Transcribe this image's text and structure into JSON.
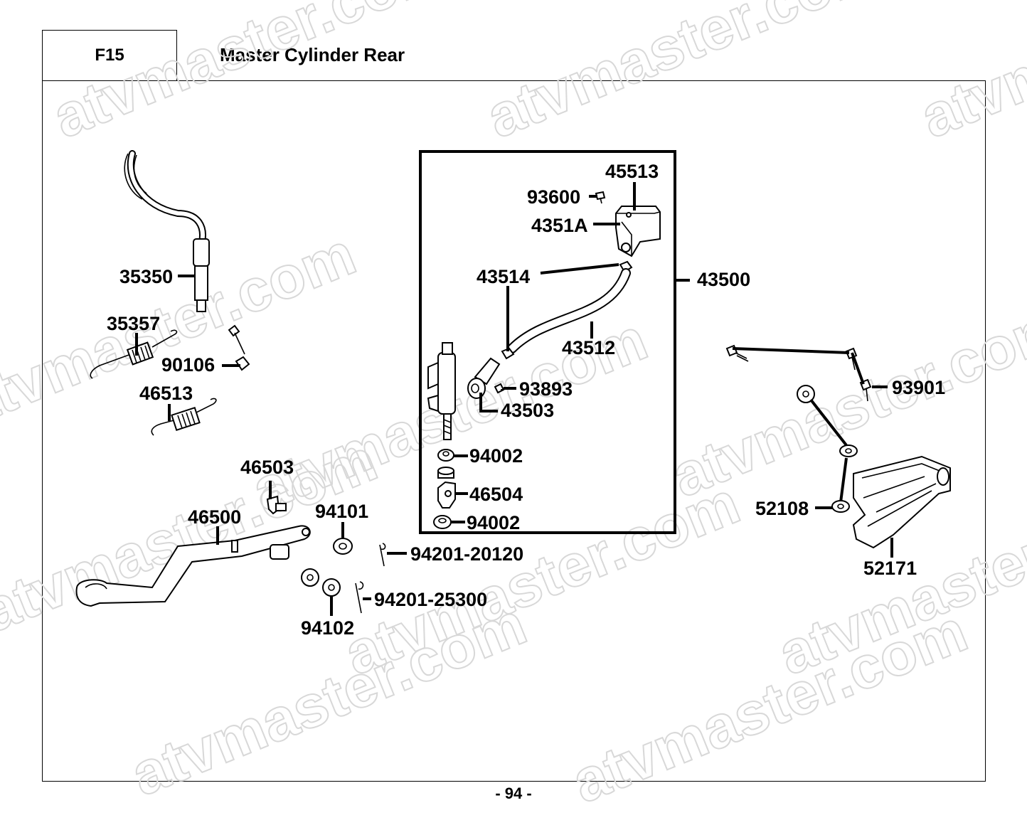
{
  "header": {
    "code": "F15",
    "title": "Master Cylinder Rear"
  },
  "page_number": "- 94 -",
  "watermark": "atvmaster.com",
  "assembly_label": "43500",
  "parts": [
    {
      "id": "p45513",
      "number": "45513"
    },
    {
      "id": "p93600",
      "number": "93600"
    },
    {
      "id": "p4351A",
      "number": "4351A"
    },
    {
      "id": "p43514",
      "number": "43514"
    },
    {
      "id": "p43500",
      "number": "43500"
    },
    {
      "id": "p43512",
      "number": "43512"
    },
    {
      "id": "p93893",
      "number": "93893"
    },
    {
      "id": "p43503",
      "number": "43503"
    },
    {
      "id": "p94002a",
      "number": "94002"
    },
    {
      "id": "p46504",
      "number": "46504"
    },
    {
      "id": "p94002b",
      "number": "94002"
    },
    {
      "id": "p35350",
      "number": "35350"
    },
    {
      "id": "p35357",
      "number": "35357"
    },
    {
      "id": "p90106",
      "number": "90106"
    },
    {
      "id": "p46513",
      "number": "46513"
    },
    {
      "id": "p46503",
      "number": "46503"
    },
    {
      "id": "p46500",
      "number": "46500"
    },
    {
      "id": "p94101",
      "number": "94101"
    },
    {
      "id": "p94201a",
      "number": "94201-20120"
    },
    {
      "id": "p94201b",
      "number": "94201-25300"
    },
    {
      "id": "p94102",
      "number": "94102"
    },
    {
      "id": "p93901",
      "number": "93901"
    },
    {
      "id": "p52108",
      "number": "52108"
    },
    {
      "id": "p52171",
      "number": "52171"
    }
  ]
}
